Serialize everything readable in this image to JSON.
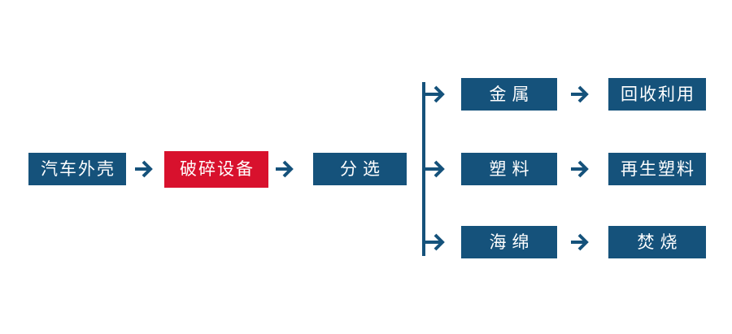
{
  "colors": {
    "primary_blue": "#15527b",
    "accent_red": "#d8112d",
    "background": "#ffffff"
  },
  "flow": {
    "main_chain": [
      {
        "label": "汽车外壳",
        "style": "blue"
      },
      {
        "label": "破碎设备",
        "style": "red"
      },
      {
        "label": "分选",
        "style": "blue"
      }
    ],
    "branches": [
      {
        "material": "金属",
        "destination": "回收利用"
      },
      {
        "material": "塑料",
        "destination": "再生塑料"
      },
      {
        "material": "海绵",
        "destination": "焚烧"
      }
    ]
  }
}
